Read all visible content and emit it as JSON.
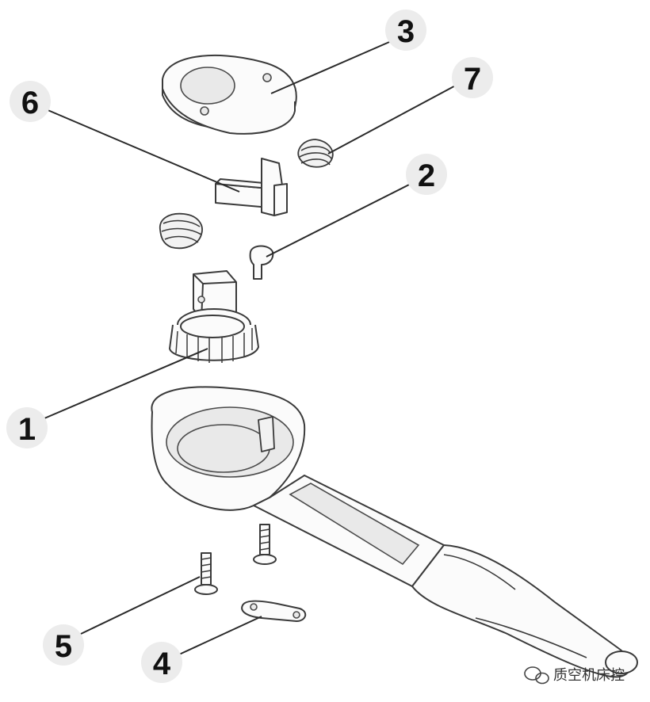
{
  "callouts": [
    {
      "id": "1",
      "label": "1"
    },
    {
      "id": "2",
      "label": "2"
    },
    {
      "id": "3",
      "label": "3"
    },
    {
      "id": "4",
      "label": "4"
    },
    {
      "id": "5",
      "label": "5"
    },
    {
      "id": "6",
      "label": "6"
    },
    {
      "id": "7",
      "label": "7"
    }
  ],
  "watermark": {
    "text": "质空机床控",
    "icon": "wechat-icon"
  },
  "colors": {
    "line": "#3a3a3a",
    "callout_bg": "#ececec",
    "label": "#111111"
  }
}
